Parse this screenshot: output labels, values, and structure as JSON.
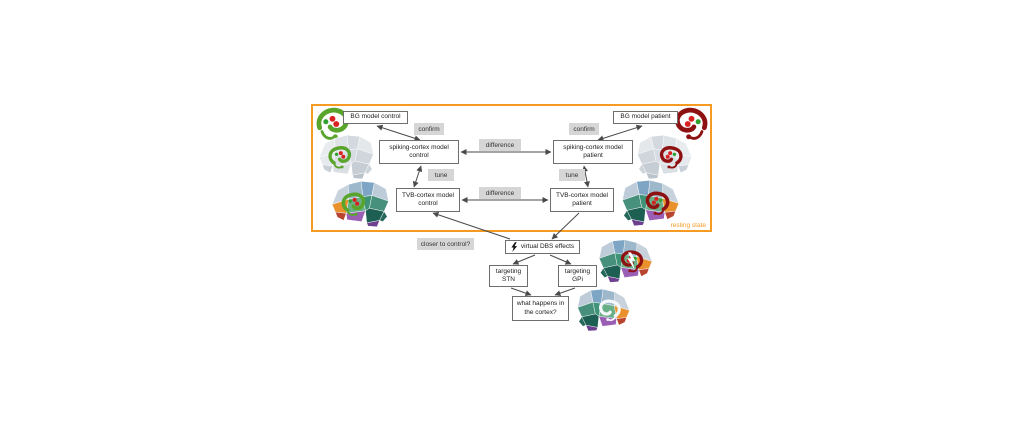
{
  "diagram": {
    "title_hint": "virtual DBS workflow diagram",
    "region_label": "resting state",
    "colors": {
      "region_border": "#F59B22",
      "label_bg": "#D6D6D6",
      "box_border": "#6E6E6E",
      "arrow": "#4A4A4A",
      "control_accent": "#59A52C",
      "patient_accent": "#8E1111"
    },
    "boxes": {
      "bg_control": {
        "lines": [
          "BG model control"
        ]
      },
      "bg_patient": {
        "lines": [
          "BG model patient"
        ]
      },
      "spiking_control": {
        "lines": [
          "spiking-cortex model",
          "control"
        ]
      },
      "spiking_patient": {
        "lines": [
          "spiking-cortex model",
          "patient"
        ]
      },
      "tvb_control": {
        "lines": [
          "TVB-cortex model",
          "control"
        ]
      },
      "tvb_patient": {
        "lines": [
          "TVB-cortex model",
          "patient"
        ]
      },
      "virtual_dbs": {
        "lines": [
          "virtual DBS effects"
        ],
        "icon": "lightning-bolt-icon"
      },
      "targeting_stn": {
        "lines": [
          "targeting",
          "STN"
        ]
      },
      "targeting_gpi": {
        "lines": [
          "targeting",
          "GPi"
        ]
      },
      "what_happens": {
        "lines": [
          "what happens in",
          "the cortex?"
        ]
      }
    },
    "edge_labels": {
      "confirm_left": "confirm",
      "confirm_right": "confirm",
      "difference_top": "difference",
      "difference_bottom": "difference",
      "tune_left": "tune",
      "tune_right": "tune",
      "closer_to_control": "closer to control?"
    },
    "icons": [
      "bg-nuclei-control-icon",
      "bg-nuclei-patient-icon",
      "grey-brain-control-image",
      "grey-brain-patient-image",
      "tvb-brain-control-image",
      "tvb-brain-patient-image",
      "dbs-stimulated-brain-image",
      "cortex-response-brain-image",
      "lightning-bolt-icon"
    ]
  }
}
